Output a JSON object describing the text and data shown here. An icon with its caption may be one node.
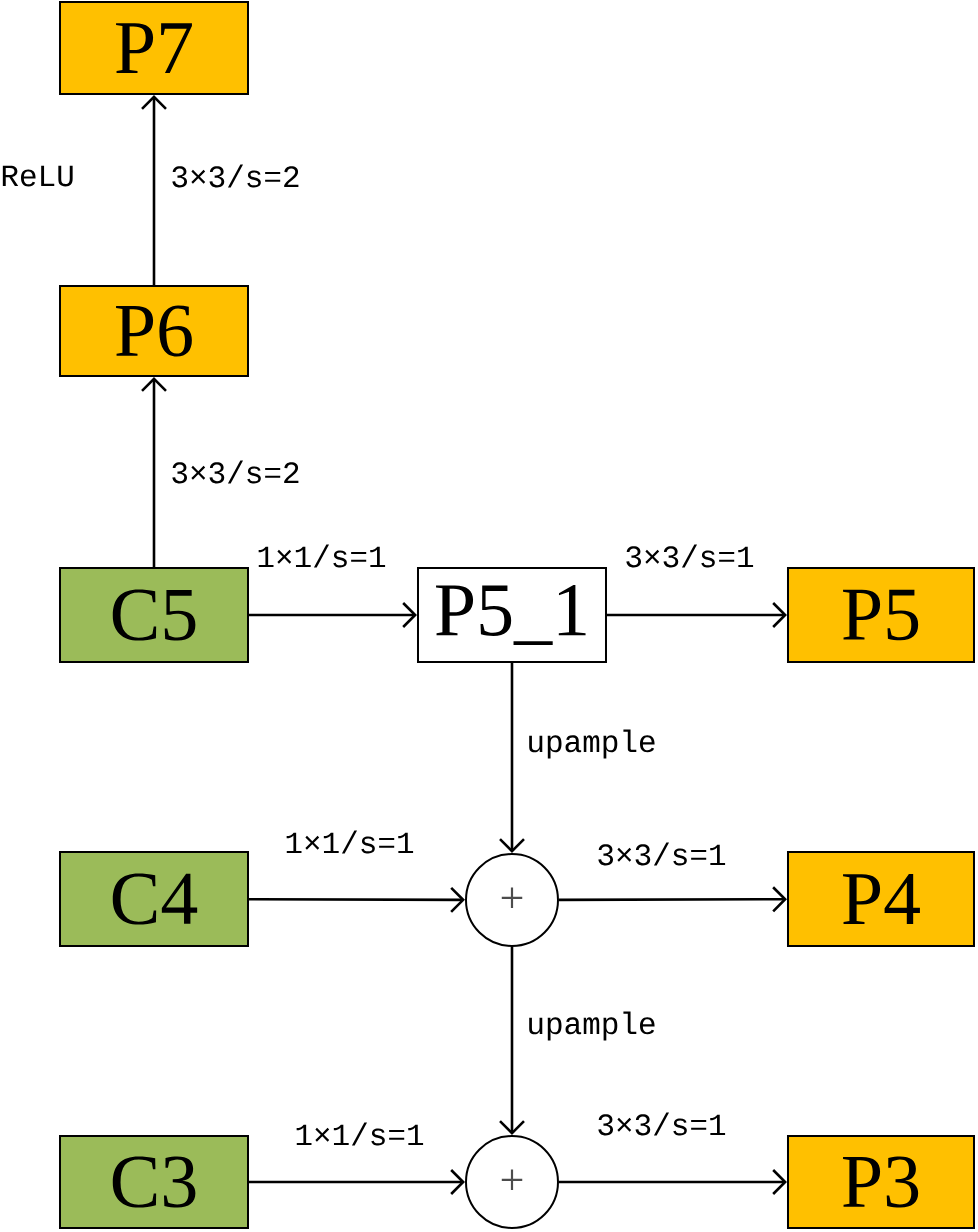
{
  "diagram": {
    "nodes": [
      {
        "text": [
          "P7"
        ]
      },
      {
        "text": [
          "P6"
        ]
      },
      {
        "text": [
          "C5"
        ]
      },
      {
        "text": [
          "P5_1"
        ]
      },
      {
        "text": [
          "P5"
        ]
      },
      {
        "text": [
          "C4"
        ]
      },
      {
        "text": [
          "+"
        ]
      },
      {
        "text": [
          "P4"
        ]
      },
      {
        "text": [
          "C3"
        ]
      },
      {
        "text": [
          "+"
        ]
      },
      {
        "text": [
          "P3"
        ]
      }
    ],
    "edges": [
      {
        "from": 2,
        "to": 1,
        "arrow": "to",
        "label": "3×3/s=2"
      },
      {
        "from": 1,
        "to": 0,
        "arrow": "to",
        "label": "3×3/s=2"
      },
      {
        "from": 2,
        "to": 3,
        "arrow": "to",
        "label": "1×1/s=1"
      },
      {
        "from": 3,
        "to": 4,
        "arrow": "to",
        "label": "3×3/s=1"
      },
      {
        "from": 3,
        "to": 6,
        "arrow": "to",
        "label": "upample"
      },
      {
        "from": 5,
        "to": 6,
        "arrow": "to",
        "label": "1×1/s=1"
      },
      {
        "from": 6,
        "to": 7,
        "arrow": "to",
        "label": "3×3/s=1"
      },
      {
        "from": 6,
        "to": 9,
        "arrow": "to",
        "label": "upample"
      },
      {
        "from": 8,
        "to": 9,
        "arrow": "to",
        "label": "1×1/s=1"
      },
      {
        "from": 9,
        "to": 10,
        "arrow": "to",
        "label": "3×3/s=1"
      }
    ],
    "labels": [
      "ReLU"
    ]
  }
}
